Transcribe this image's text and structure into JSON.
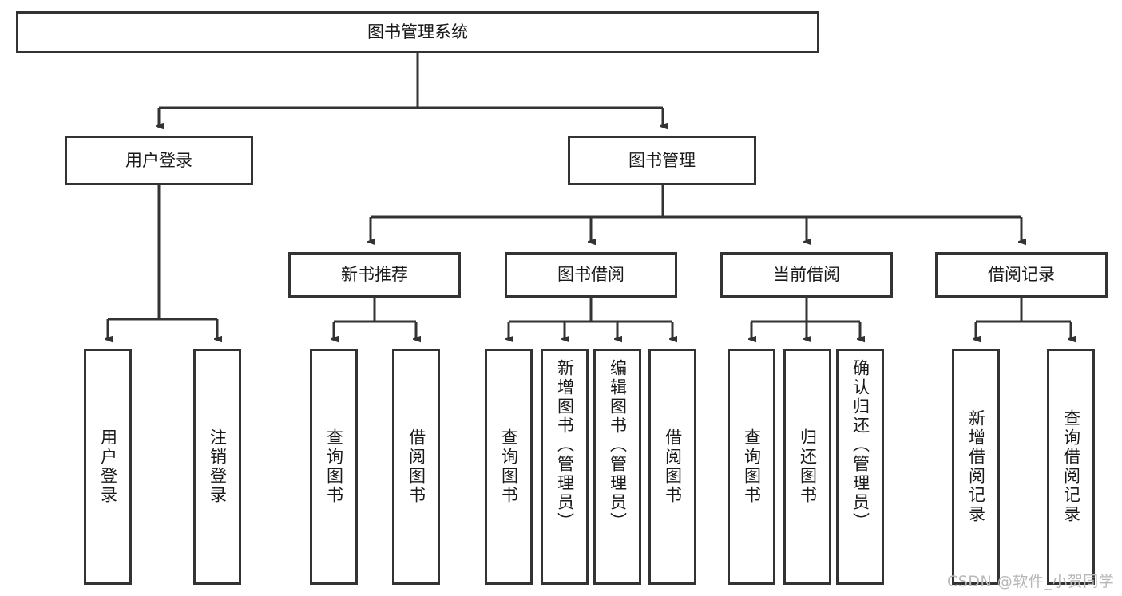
{
  "diagram": {
    "title": "图书管理系统",
    "type": "tree-hierarchy-chart",
    "root": {
      "label": "图书管理系统"
    },
    "level1": [
      {
        "label": "用户登录"
      },
      {
        "label": "图书管理"
      }
    ],
    "level2": [
      {
        "label": "新书推荐"
      },
      {
        "label": "图书借阅"
      },
      {
        "label": "当前借阅"
      },
      {
        "label": "借阅记录"
      }
    ],
    "leaves": {
      "user_login": [
        {
          "label": "用户登录"
        },
        {
          "label": "注销登录"
        }
      ],
      "new_book_recommend": [
        {
          "label": "查询图书"
        },
        {
          "label": "借阅图书"
        }
      ],
      "book_borrow": [
        {
          "label": "查询图书"
        },
        {
          "label": "新增图书（管理员）"
        },
        {
          "label": "编辑图书（管理员）"
        },
        {
          "label": "借阅图书"
        }
      ],
      "current_borrow": [
        {
          "label": "查询图书"
        },
        {
          "label": "归还图书"
        },
        {
          "label": "确认归还（管理员）"
        }
      ],
      "borrow_record": [
        {
          "label": "新增借阅记录"
        },
        {
          "label": "查询借阅记录"
        }
      ]
    }
  },
  "watermark": {
    "text": "CSDN @软件_小贺同学"
  },
  "colors": {
    "stroke": "#333333",
    "fill": "#ffffff",
    "text": "#1a1a1a",
    "watermark": "#b8b8b8"
  }
}
